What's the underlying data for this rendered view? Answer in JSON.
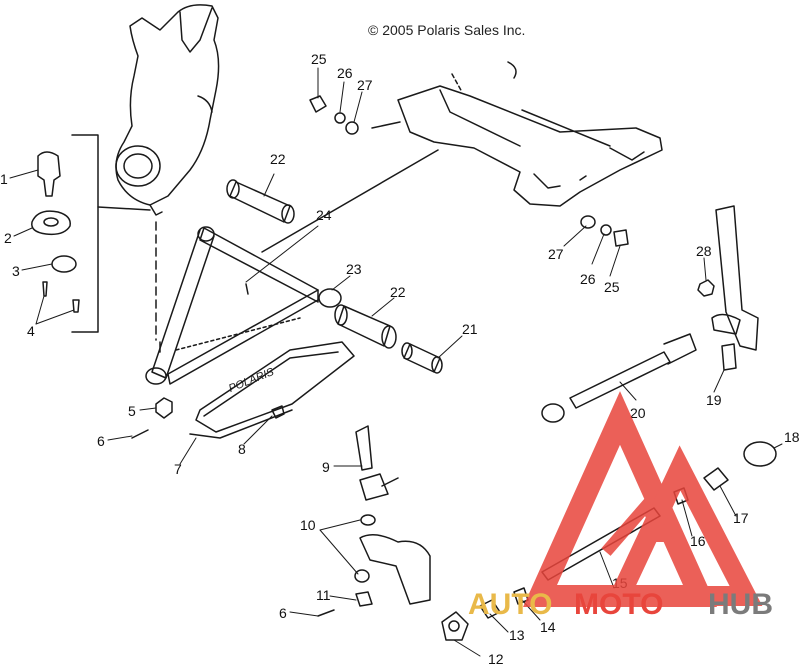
{
  "copyright": "© 2005 Polaris Sales Inc.",
  "plate_text": "POLARIS",
  "watermark": {
    "part1": "AUTO",
    "part2": "MOTO",
    "part3": "HUB",
    "color_red": "#e8453c",
    "color_gold": "#e9b949",
    "color_gray": "#7b7b7b"
  },
  "callouts": [
    {
      "id": "c1",
      "label": "1"
    },
    {
      "id": "c2",
      "label": "2"
    },
    {
      "id": "c3",
      "label": "3"
    },
    {
      "id": "c4",
      "label": "4"
    },
    {
      "id": "c5",
      "label": "5"
    },
    {
      "id": "c6a",
      "label": "6"
    },
    {
      "id": "c7",
      "label": "7"
    },
    {
      "id": "c8",
      "label": "8"
    },
    {
      "id": "c9",
      "label": "9"
    },
    {
      "id": "c10",
      "label": "10"
    },
    {
      "id": "c11",
      "label": "11"
    },
    {
      "id": "c6b",
      "label": "6"
    },
    {
      "id": "c12",
      "label": "12"
    },
    {
      "id": "c13",
      "label": "13"
    },
    {
      "id": "c14",
      "label": "14"
    },
    {
      "id": "c15",
      "label": "15"
    },
    {
      "id": "c16",
      "label": "16"
    },
    {
      "id": "c17",
      "label": "17"
    },
    {
      "id": "c18",
      "label": "18"
    },
    {
      "id": "c19",
      "label": "19"
    },
    {
      "id": "c20",
      "label": "20"
    },
    {
      "id": "c21",
      "label": "21"
    },
    {
      "id": "c22a",
      "label": "22"
    },
    {
      "id": "c22b",
      "label": "22"
    },
    {
      "id": "c23",
      "label": "23"
    },
    {
      "id": "c24",
      "label": "24"
    },
    {
      "id": "c25a",
      "label": "25"
    },
    {
      "id": "c26a",
      "label": "26"
    },
    {
      "id": "c27a",
      "label": "27"
    },
    {
      "id": "c25b",
      "label": "25"
    },
    {
      "id": "c26b",
      "label": "26"
    },
    {
      "id": "c27b",
      "label": "27"
    },
    {
      "id": "c28",
      "label": "28"
    }
  ]
}
